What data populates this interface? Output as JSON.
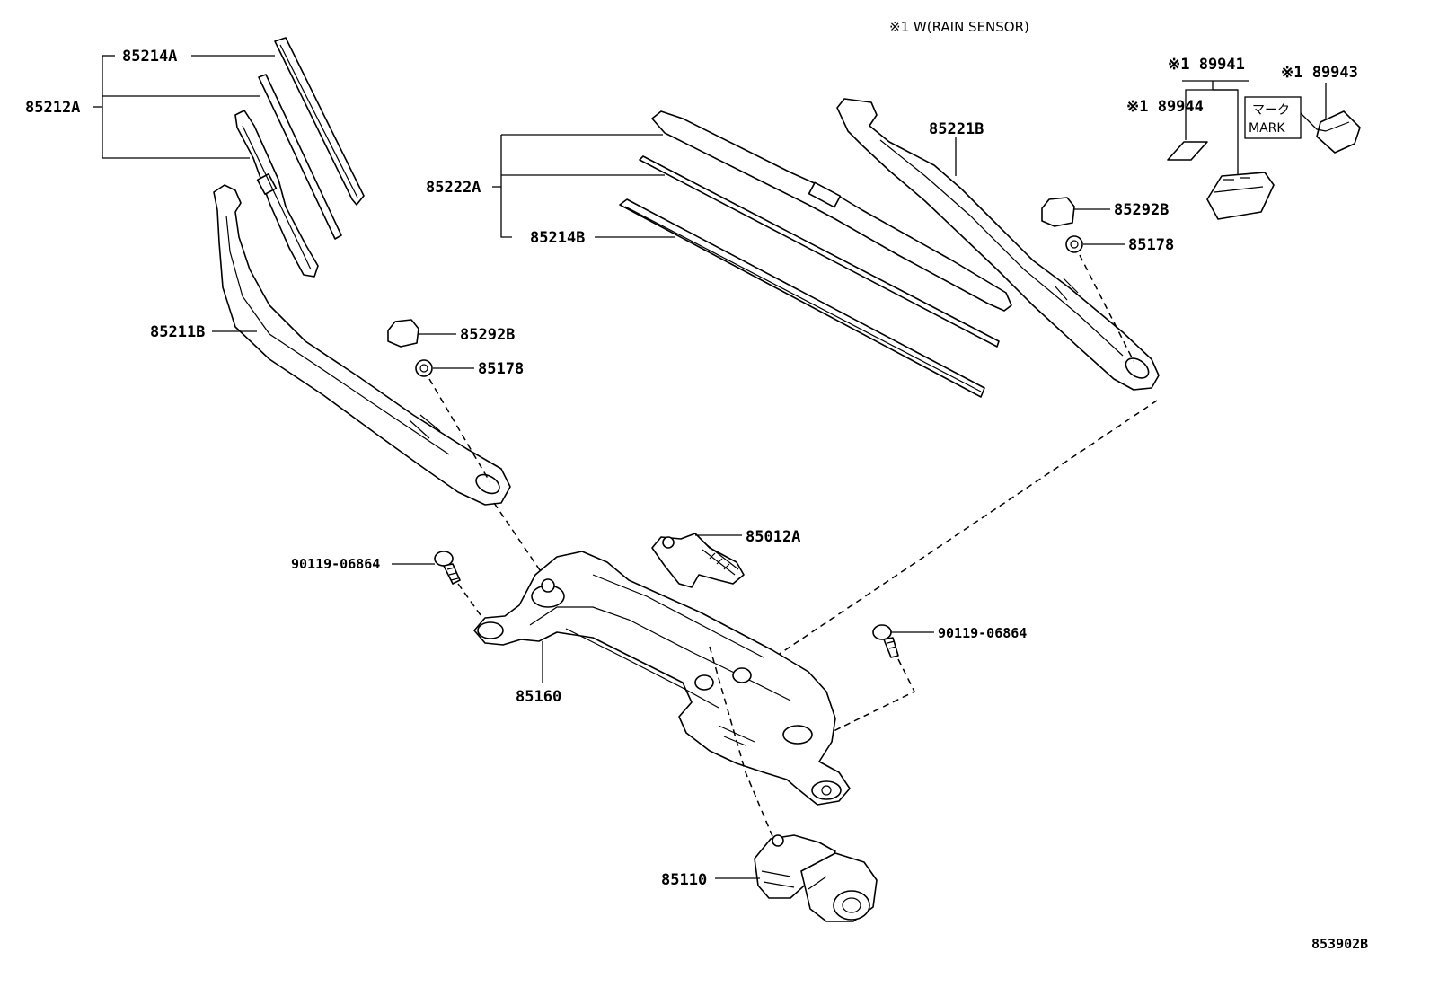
{
  "diagram": {
    "note": "※1 W(RAIN SENSOR)",
    "drawing_number": "853902B",
    "mark_label_jp": "マーク",
    "mark_label_en": "MARK",
    "parts": [
      {
        "id": "p85214A",
        "label": "85214A"
      },
      {
        "id": "p85212A",
        "label": "85212A"
      },
      {
        "id": "p85211B",
        "label": "85211B"
      },
      {
        "id": "p85292B_left",
        "label": "85292B"
      },
      {
        "id": "p85178_left",
        "label": "85178"
      },
      {
        "id": "p85222A",
        "label": "85222A"
      },
      {
        "id": "p85214B",
        "label": "85214B"
      },
      {
        "id": "p85221B",
        "label": "85221B"
      },
      {
        "id": "p85292B_right",
        "label": "85292B"
      },
      {
        "id": "p85178_right",
        "label": "85178"
      },
      {
        "id": "p89941",
        "label": "※1 89941"
      },
      {
        "id": "p89944",
        "label": "※1 89944"
      },
      {
        "id": "p89943",
        "label": "※1 89943"
      },
      {
        "id": "p85012A",
        "label": "85012A"
      },
      {
        "id": "p90119_left",
        "label": "90119-06864"
      },
      {
        "id": "p90119_right",
        "label": "90119-06864"
      },
      {
        "id": "p85160",
        "label": "85160"
      },
      {
        "id": "p85110",
        "label": "85110"
      }
    ]
  }
}
